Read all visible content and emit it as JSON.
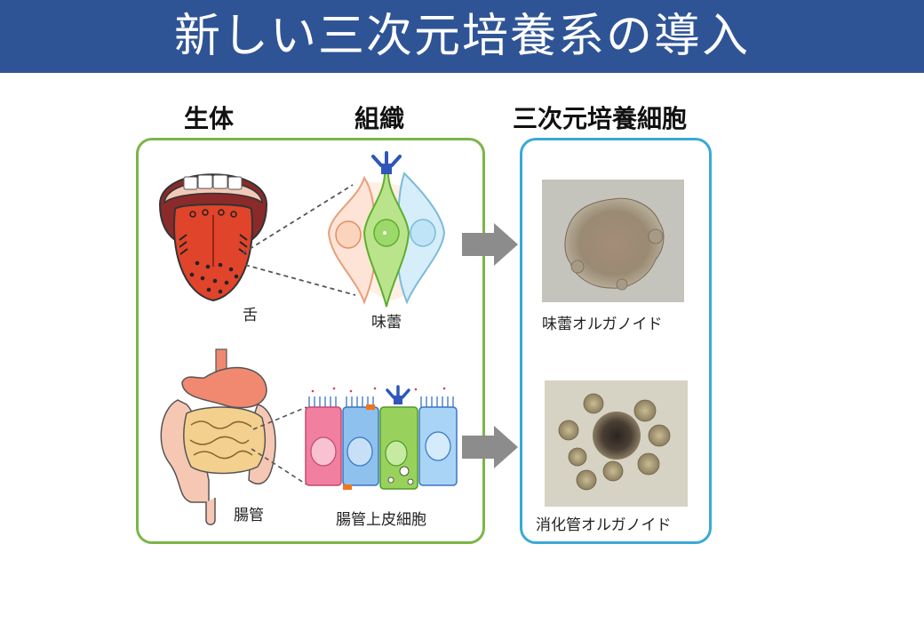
{
  "title": "新しい三次元培養系の導入",
  "columns": {
    "living_body": "生体",
    "tissue": "組織",
    "culture": "三次元培養細胞"
  },
  "rows": [
    {
      "organ": "舌",
      "tissue": "味蕾",
      "organoid": "味蕾オルガノイド"
    },
    {
      "organ": "腸管",
      "tissue": "腸管上皮細胞",
      "organoid": "消化管オルガノイド"
    }
  ],
  "colors": {
    "title_bar": "#2f5496",
    "frame_green": "#7ab648",
    "frame_blue": "#3aa9d6",
    "arrow": "#8c8c8c"
  }
}
